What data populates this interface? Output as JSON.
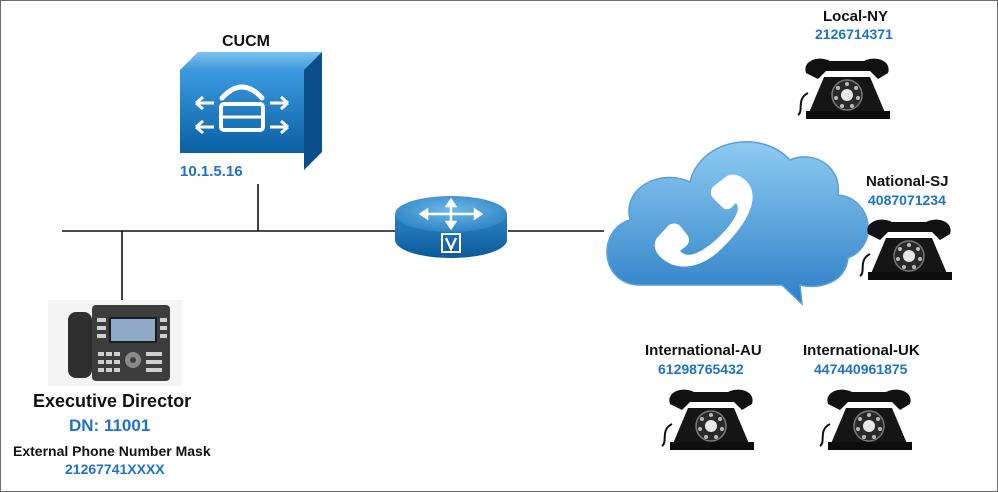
{
  "cucm": {
    "title": "CUCM",
    "ip": "10.1.5.16"
  },
  "executive": {
    "title": "Executive Director",
    "dn": "DN: 11001",
    "mask_label": "External Phone Number Mask",
    "mask_value": "21267741XXXX"
  },
  "destinations": [
    {
      "name": "Local-NY",
      "number": "2126714371"
    },
    {
      "name": "National-SJ",
      "number": "4087071234"
    },
    {
      "name": "International-AU",
      "number": "61298765432"
    },
    {
      "name": "International-UK",
      "number": "447440961875"
    }
  ],
  "icons": {
    "cucm": "call-manager-server-icon",
    "router": "voice-gateway-router-icon",
    "cloud": "pstn-cloud-icon",
    "ip_phone": "ip-phone-icon",
    "rotary_phone": "rotary-phone-icon"
  },
  "colors": {
    "accent_blue": "#1e73c8",
    "device_blue": "#1a73b5",
    "cloud_blue": "#1f7fc8"
  }
}
